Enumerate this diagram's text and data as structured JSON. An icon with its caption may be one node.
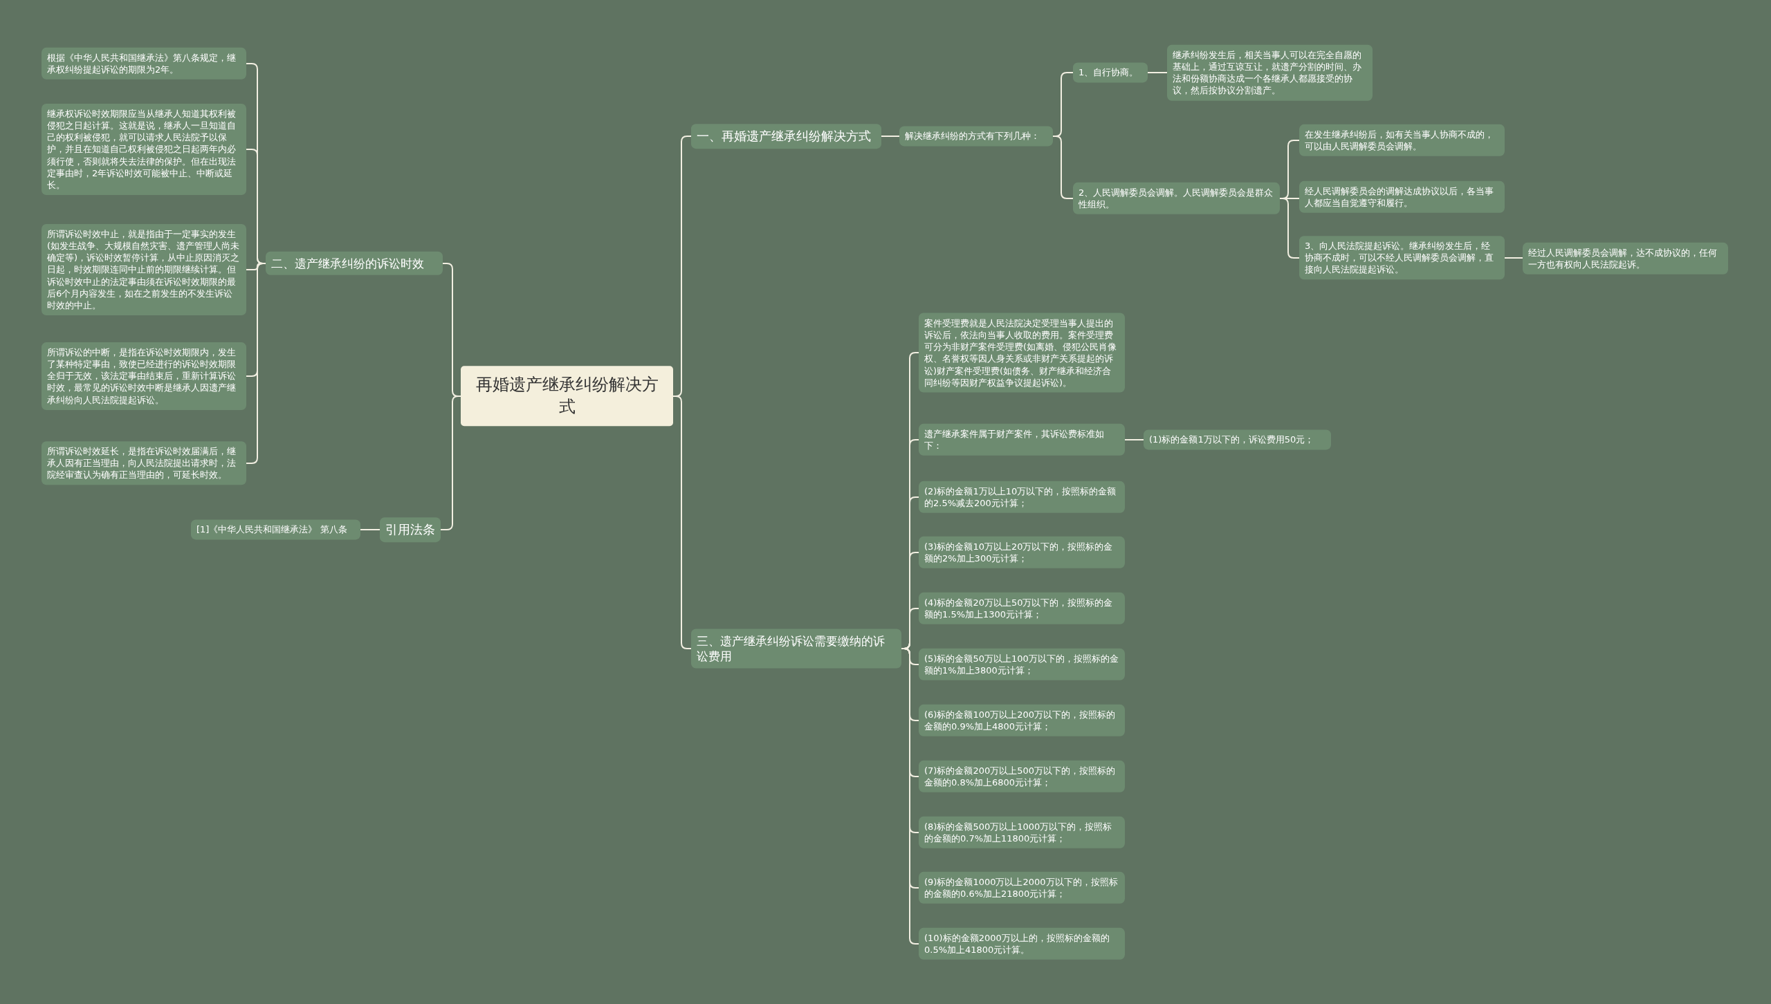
{
  "diagram": {
    "nodes": [
      {
        "text": [
          "再婚遗产继承纠纷解决方式"
        ]
      },
      {
        "text": [
          "一、再婚遗产继承纠纷解决方式"
        ]
      },
      {
        "text": [
          "解决继承纠纷的方式有下列几种："
        ]
      },
      {
        "text": [
          "1、自行协商。"
        ]
      },
      {
        "text": [
          "继承纠纷发生后，相关当事人可以在完全自愿的基础上，通过互谅互让，就遗产分割的时间、办法和份额协商达成一个各继承人都愿接受的协议，然后按协议分割遗产。"
        ]
      },
      {
        "text": [
          "2、人民调解委员会调解。人民调解委员会是群众性组织。"
        ]
      },
      {
        "text": [
          "在发生继承纠纷后，如有关当事人协商不成的，可以由人民调解委员会调解。"
        ]
      },
      {
        "text": [
          "经人民调解委员会的调解达成协议以后，各当事人都应当自觉遵守和履行。"
        ]
      },
      {
        "text": [
          "3、向人民法院提起诉讼。继承纠纷发生后，经协商不成时，可以不经人民调解委员会调解，直接向人民法院提起诉讼。"
        ]
      },
      {
        "text": [
          "经过人民调解委员会调解，达不成协议的，任何一方也有权向人民法院起诉。"
        ]
      },
      {
        "text": [
          "二、遗产继承纠纷的诉讼时效"
        ]
      },
      {
        "text": [
          "根据《中华人民共和国继承法》第八条规定，继承权纠纷提起诉讼的期限为2年。"
        ]
      },
      {
        "text": [
          "继承权诉讼时效期限应当从继承人知道其权利被侵犯之日起计算。这就是说，继承人一旦知道自己的权利被侵犯，就可以请求人民法院予以保护，并且在知道自己权利被侵犯之日起两年内必须行使，否则就将失去法律的保护。但在出现法定事由时，2年诉讼时效可能被中止、中断或延长。"
        ]
      },
      {
        "text": [
          "所谓诉讼时效中止，就是指由于一定事实的发生(如发生战争、大规模自然灾害、遗产管理人尚未确定等)，诉讼时效暂停计算，从中止原因消灭之日起，时效期限连同中止前的期限继续计算。但诉讼时效中止的法定事由须在诉讼时效期限的最后6个月内容发生，如在之前发生的不发生诉讼时效的中止。"
        ]
      },
      {
        "text": [
          "所谓诉讼的中断，是指在诉讼时效期限内，发生了某种特定事由，致使已经进行的诉讼时效期限全归于无效，该法定事由结束后，重新计算诉讼时效，最常见的诉讼时效中断是继承人因遗产继承纠纷向人民法院提起诉讼。"
        ]
      },
      {
        "text": [
          "所谓诉讼时效延长，是指在诉讼时效届满后，继承人因有正当理由，向人民法院提出请求时，法院经审查认为确有正当理由的，可延长时效。"
        ]
      },
      {
        "text": [
          "引用法条"
        ]
      },
      {
        "text": [
          "[1]《中华人民共和国继承法》 第八条"
        ]
      },
      {
        "text": [
          "三、遗产继承纠纷诉讼需要缴纳的诉讼费用"
        ]
      },
      {
        "text": [
          "案件受理费就是人民法院决定受理当事人提出的诉讼后，依法向当事人收取的费用。案件受理费可分为非财产案件受理费(如离婚、侵犯公民肖像权、名誉权等因人身关系或非财产关系提起的诉讼)财产案件受理费(如债务、财产继承和经济合同纠纷等因财产权益争议提起诉讼)。"
        ]
      },
      {
        "text": [
          "遗产继承案件属于财产案件，其诉讼费标准如下："
        ]
      },
      {
        "text": [
          "(1)标的金额1万以下的，诉讼费用50元；"
        ]
      },
      {
        "text": [
          "(2)标的金额1万以上10万以下的，按照标的金额的2.5%减去200元计算；"
        ]
      },
      {
        "text": [
          "(3)标的金额10万以上20万以下的，按照标的金额的2%加上300元计算；"
        ]
      },
      {
        "text": [
          "(4)标的金额20万以上50万以下的，按照标的金额的1.5%加上1300元计算；"
        ]
      },
      {
        "text": [
          "(5)标的金额50万以上100万以下的，按照标的金额的1%加上3800元计算；"
        ]
      },
      {
        "text": [
          "(6)标的金额100万以上200万以下的，按照标的金额的0.9%加上4800元计算；"
        ]
      },
      {
        "text": [
          "(7)标的金额200万以上500万以下的，按照标的金额的0.8%加上6800元计算；"
        ]
      },
      {
        "text": [
          "(8)标的金额500万以上1000万以下的，按照标的金额的0.7%加上11800元计算；"
        ]
      },
      {
        "text": [
          "(9)标的金额1000万以上2000万以下的，按照标的金额的0.6%加上21800元计算；"
        ]
      },
      {
        "text": [
          "(10)标的金额2000万以上的，按照标的金额的0.5%加上41800元计算。"
        ]
      }
    ],
    "edges": [
      {
        "from": 0,
        "to": 1,
        "arrow": "none"
      },
      {
        "from": 1,
        "to": 2,
        "arrow": "none"
      },
      {
        "from": 2,
        "to": 3,
        "arrow": "none"
      },
      {
        "from": 3,
        "to": 4,
        "arrow": "none"
      },
      {
        "from": 2,
        "to": 5,
        "arrow": "none"
      },
      {
        "from": 5,
        "to": 6,
        "arrow": "none"
      },
      {
        "from": 5,
        "to": 7,
        "arrow": "none"
      },
      {
        "from": 5,
        "to": 8,
        "arrow": "none"
      },
      {
        "from": 8,
        "to": 9,
        "arrow": "none"
      },
      {
        "from": 0,
        "to": 10,
        "arrow": "none"
      },
      {
        "from": 10,
        "to": 11,
        "arrow": "none"
      },
      {
        "from": 10,
        "to": 12,
        "arrow": "none"
      },
      {
        "from": 10,
        "to": 13,
        "arrow": "none"
      },
      {
        "from": 10,
        "to": 14,
        "arrow": "none"
      },
      {
        "from": 10,
        "to": 15,
        "arrow": "none"
      },
      {
        "from": 0,
        "to": 16,
        "arrow": "none"
      },
      {
        "from": 16,
        "to": 17,
        "arrow": "none"
      },
      {
        "from": 0,
        "to": 18,
        "arrow": "none"
      },
      {
        "from": 18,
        "to": 19,
        "arrow": "none"
      },
      {
        "from": 18,
        "to": 20,
        "arrow": "none"
      },
      {
        "from": 20,
        "to": 21,
        "arrow": "none"
      },
      {
        "from": 18,
        "to": 22,
        "arrow": "none"
      },
      {
        "from": 18,
        "to": 23,
        "arrow": "none"
      },
      {
        "from": 18,
        "to": 24,
        "arrow": "none"
      },
      {
        "from": 18,
        "to": 25,
        "arrow": "none"
      },
      {
        "from": 18,
        "to": 26,
        "arrow": "none"
      },
      {
        "from": 18,
        "to": 27,
        "arrow": "none"
      },
      {
        "from": 18,
        "to": 28,
        "arrow": "none"
      },
      {
        "from": 18,
        "to": 29,
        "arrow": "none"
      },
      {
        "from": 18,
        "to": 30,
        "arrow": "none"
      }
    ]
  }
}
